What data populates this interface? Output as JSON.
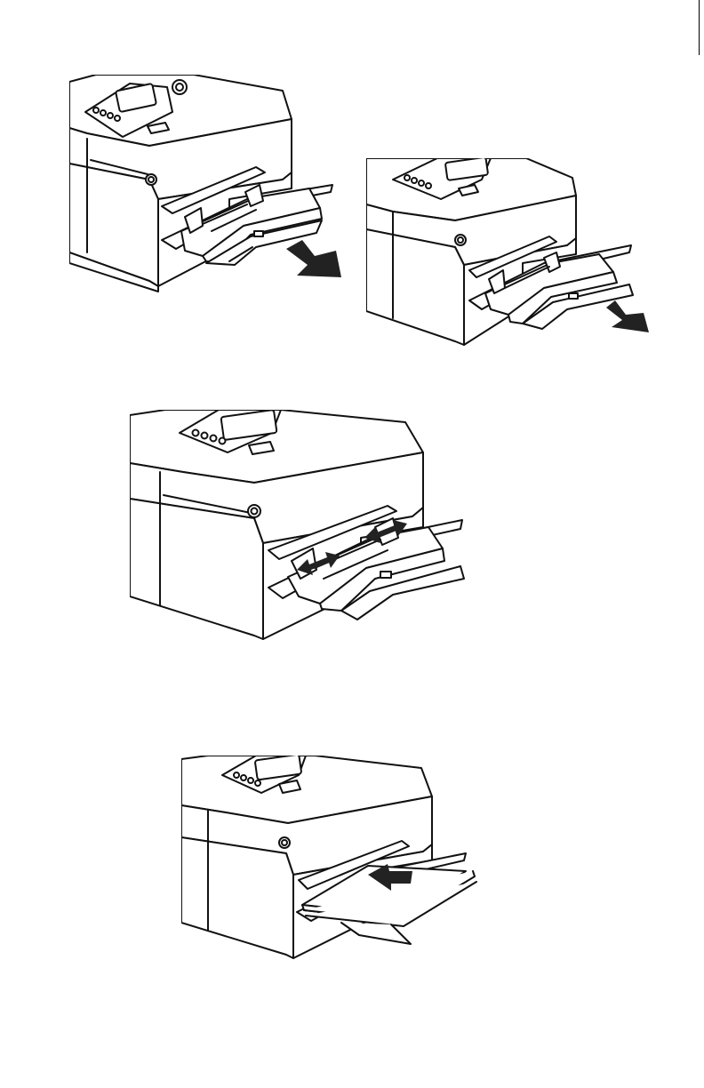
{
  "document": {
    "page_width_in": 8.5,
    "page_height_in": 13.6,
    "colors": {
      "line": "#111111",
      "fill": "#ffffff",
      "arrow": "#222222"
    },
    "illustrations": [
      {
        "name": "printer-open-tray-pull-extension",
        "arrow": "pull-out"
      },
      {
        "name": "printer-pull-second-extension",
        "arrow": "pull-out"
      },
      {
        "name": "printer-adjust-paper-guides",
        "arrow": "guides-in-out"
      },
      {
        "name": "printer-insert-paper-stack",
        "arrow": "push-in"
      }
    ]
  }
}
